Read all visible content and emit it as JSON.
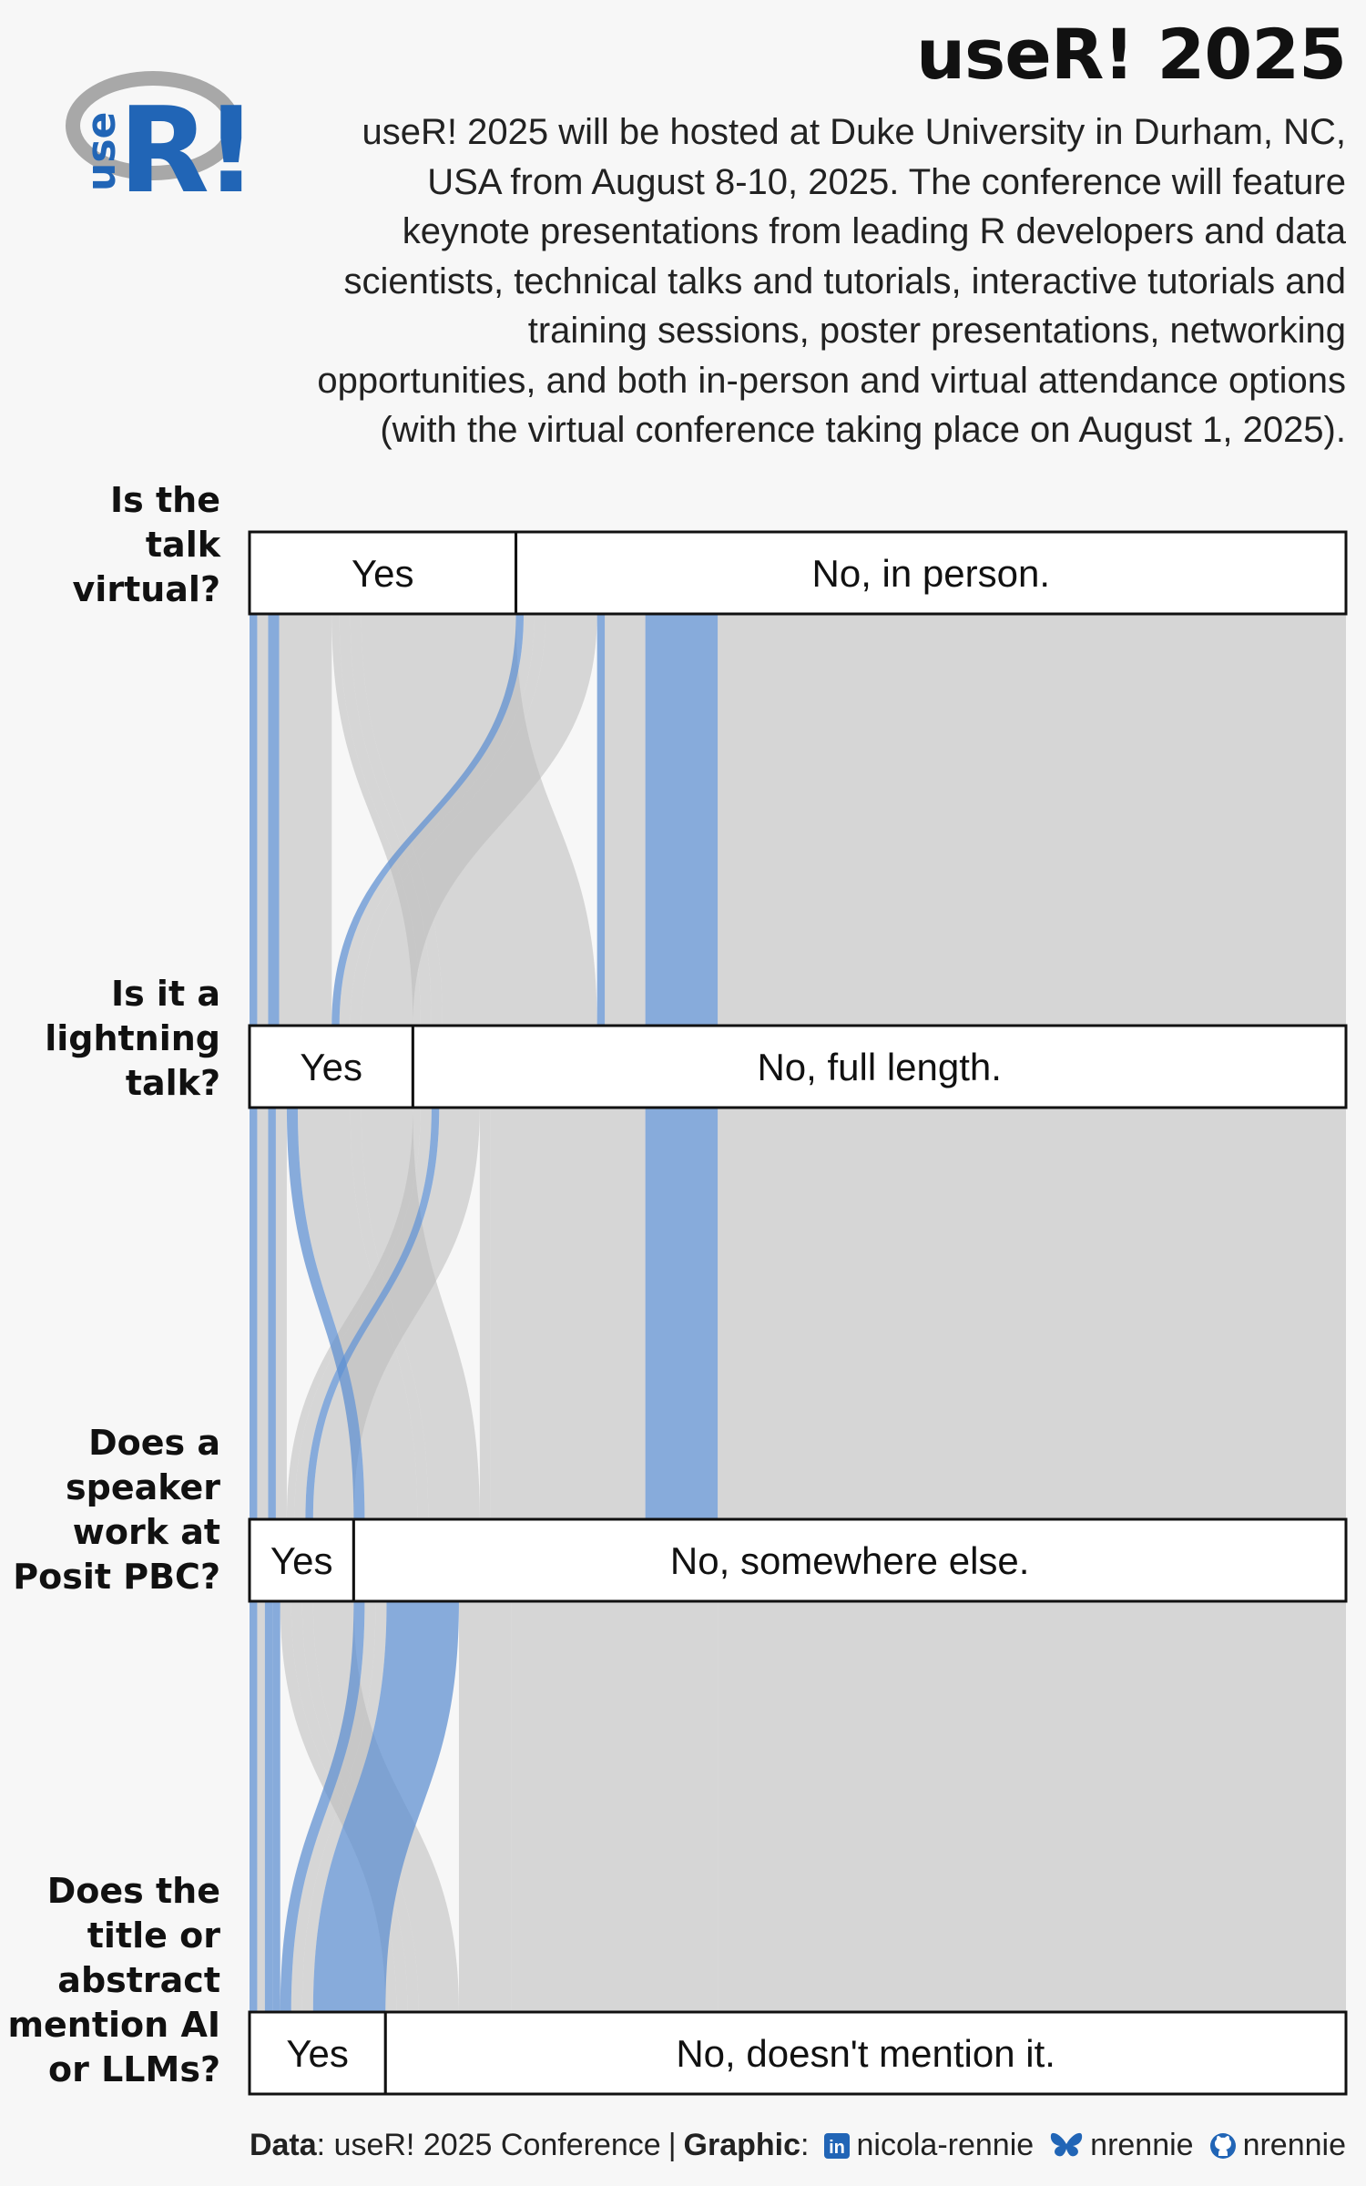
{
  "header": {
    "title": "useR! 2025",
    "intro": "useR! 2025 will be hosted at Duke University in Durham, NC, USA from August 8-10, 2025. The conference will feature keynote presentations from leading R developers and data scientists, technical talks and tutorials, interactive tutorials and training sessions, poster presentations, networking opportunities, and both in-person and virtual attendance options (with the virtual conference taking place on August 1, 2025).",
    "logo_text_small": "use",
    "logo_text_big": "R!"
  },
  "colors": {
    "highlight": "#5b8dd0",
    "flow_grey": "#bcbcbc",
    "background": "#f7f7f7",
    "box_fill": "#ffffff",
    "box_stroke": "#111111",
    "logo_blue": "#2165b6",
    "logo_ring": "#a8a8a8"
  },
  "chart_data": {
    "type": "parallel sets",
    "highlight": "AI or LLM mentioned (Yes to last question)",
    "axes": [
      {
        "question": "Is the talk virtual?",
        "categories": [
          "Yes",
          "No, in person."
        ],
        "shares": [
          0.243,
          0.757
        ]
      },
      {
        "question": "Is it a lightning talk?",
        "categories": [
          "Yes",
          "No, full length."
        ],
        "shares": [
          0.149,
          0.851
        ]
      },
      {
        "question": "Does a speaker work at Posit PBC?",
        "categories": [
          "Yes",
          "No, somewhere else."
        ],
        "shares": [
          0.095,
          0.905
        ]
      },
      {
        "question": "Does the title or abstract mention AI or LLMs?",
        "categories": [
          "Yes",
          "No, doesn't mention it."
        ],
        "shares": [
          0.124,
          0.876
        ]
      }
    ],
    "flows": [
      {
        "path": [
          "Yes",
          "Yes",
          "Yes",
          "Yes"
        ],
        "share": 0.007,
        "highlight": true
      },
      {
        "path": [
          "Yes",
          "Yes",
          "Yes",
          "No"
        ],
        "share": 0.01,
        "highlight": false
      },
      {
        "path": [
          "Yes",
          "Yes",
          "No",
          "Yes"
        ],
        "share": 0.01,
        "highlight": true
      },
      {
        "path": [
          "Yes",
          "Yes",
          "No",
          "No"
        ],
        "share": 0.048,
        "highlight": false
      },
      {
        "path": [
          "Yes",
          "No",
          "Yes",
          "Yes"
        ],
        "share": 0.007,
        "highlight": false
      },
      {
        "path": [
          "Yes",
          "No",
          "Yes",
          "No"
        ],
        "share": 0.01,
        "highlight": false
      },
      {
        "path": [
          "Yes",
          "No",
          "No",
          "Yes"
        ],
        "share": 0.01,
        "highlight": false
      },
      {
        "path": [
          "Yes",
          "No",
          "No",
          "No"
        ],
        "share": 0.141,
        "highlight": false
      },
      {
        "path": [
          "No",
          "Yes",
          "Yes",
          "Yes"
        ],
        "share": 0.007,
        "highlight": true
      },
      {
        "path": [
          "No",
          "Yes",
          "Yes",
          "No"
        ],
        "share": 0.01,
        "highlight": false
      },
      {
        "path": [
          "No",
          "Yes",
          "No",
          "Yes"
        ],
        "share": 0.01,
        "highlight": false
      },
      {
        "path": [
          "No",
          "Yes",
          "No",
          "No"
        ],
        "share": 0.047,
        "highlight": false
      },
      {
        "path": [
          "No",
          "No",
          "Yes",
          "Yes"
        ],
        "share": 0.007,
        "highlight": true
      },
      {
        "path": [
          "No",
          "No",
          "Yes",
          "No"
        ],
        "share": 0.037,
        "highlight": false
      },
      {
        "path": [
          "No",
          "No",
          "No",
          "Yes"
        ],
        "share": 0.066,
        "highlight": true
      },
      {
        "path": [
          "No",
          "No",
          "No",
          "No"
        ],
        "share": 0.573,
        "highlight": false
      }
    ]
  },
  "caption": {
    "data_label": "Data",
    "data_text": ": useR! 2025 Conference",
    "separator": "|",
    "graphic_label": "Graphic",
    "graphic_sep": ":",
    "linkedin": "nicola-rennie",
    "bluesky": "nrennie",
    "github": "nrennie",
    "linkedin_icon": "linkedin-icon",
    "bluesky_icon": "bluesky-butterfly-icon",
    "github_icon": "github-icon"
  }
}
